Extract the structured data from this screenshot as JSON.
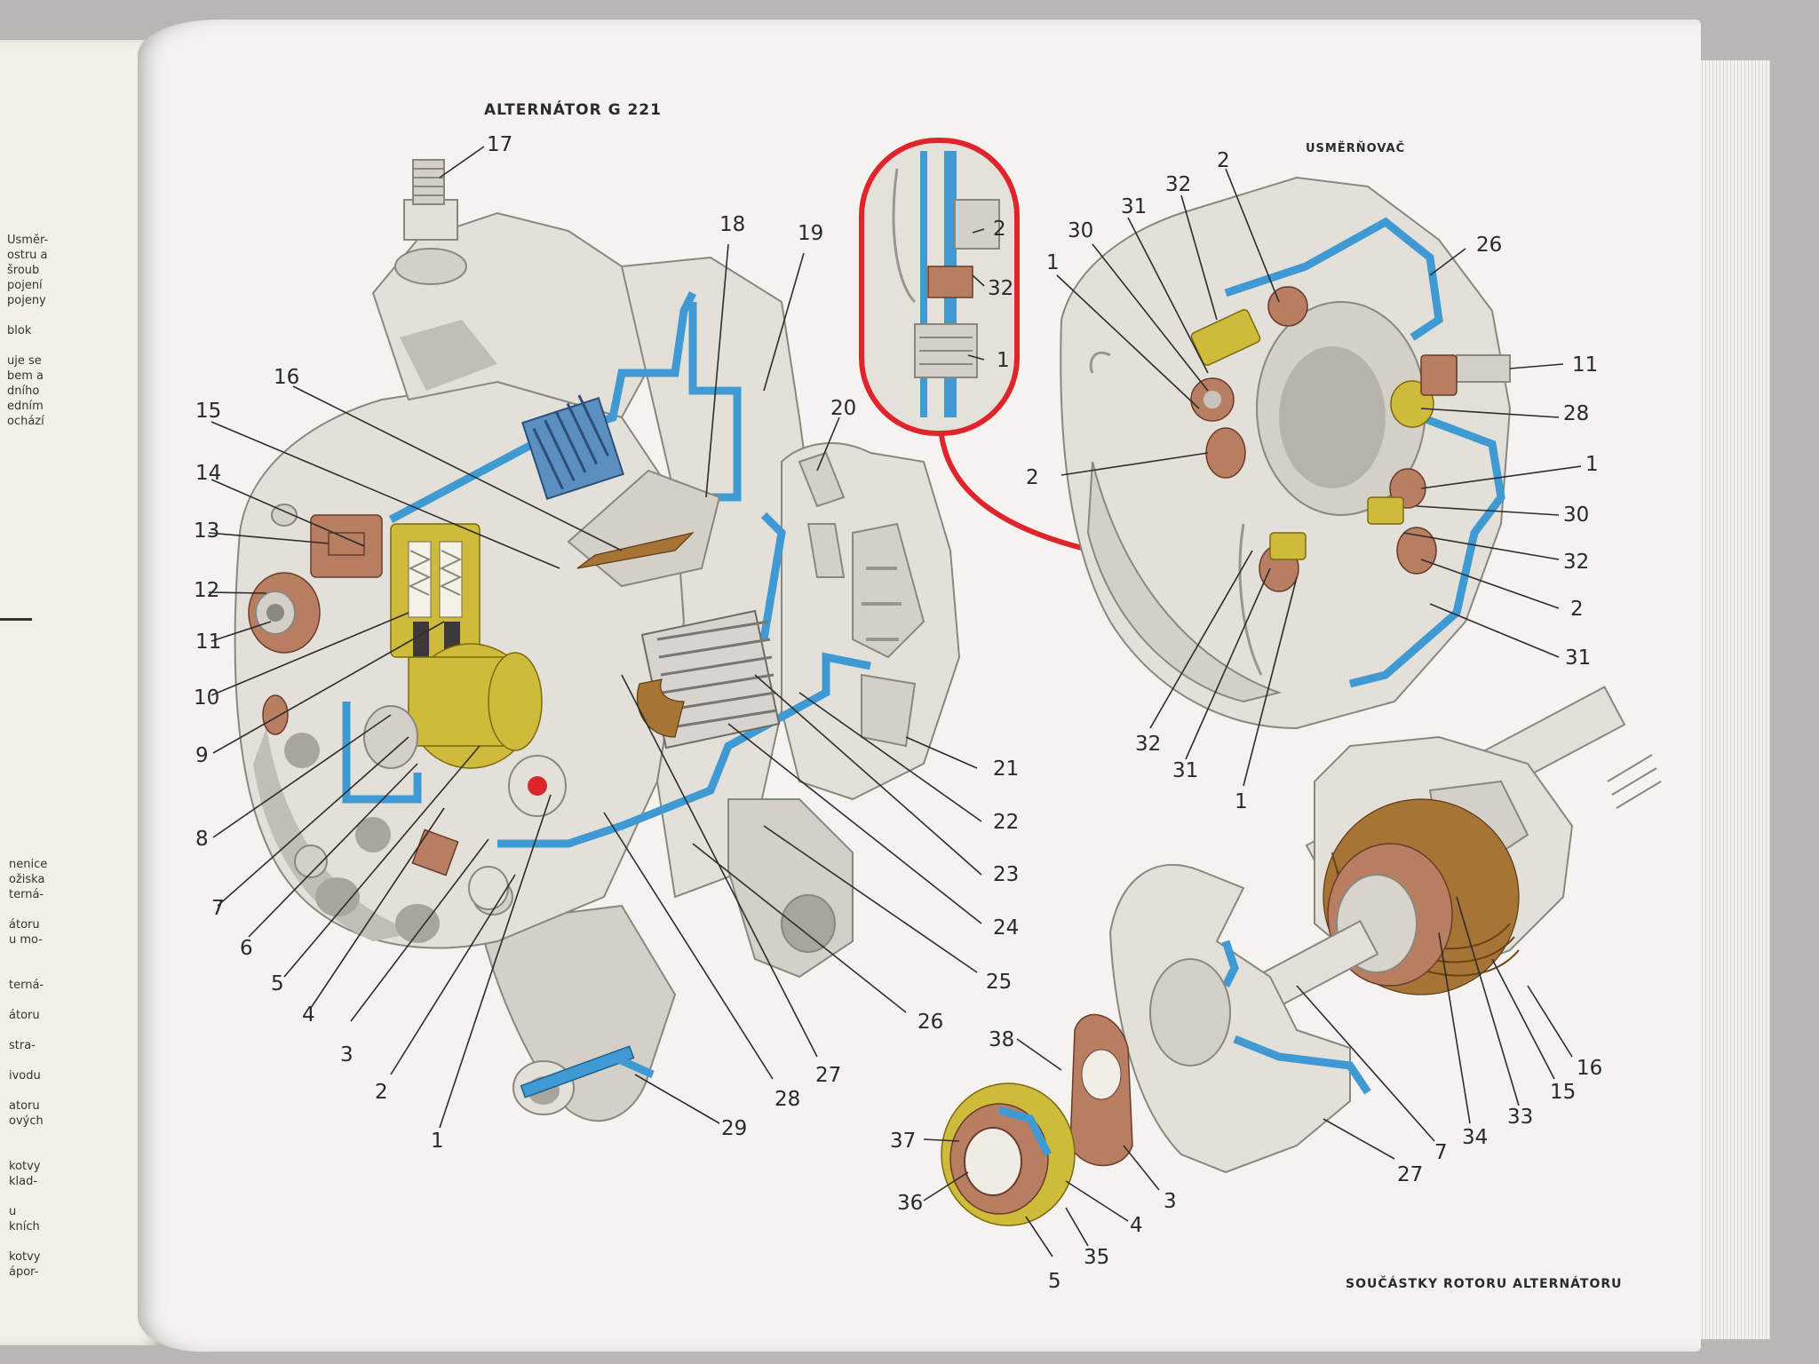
{
  "page": {
    "title_main": "ALTERNÁTOR G 221",
    "title_rectifier": "USMĚRŇOVAČ",
    "title_rotor": "SOUČÁSTKY ROTORU ALTERNÁTORU"
  },
  "left_page_fragments": [
    "Usměr-",
    "ostru a",
    "šroub",
    "pojení",
    "pojeny",
    "",
    "blok",
    "",
    "uje se",
    "bem a",
    "dního",
    "edním",
    "ochází",
    "",
    "",
    "",
    "",
    "",
    "",
    "nenice",
    "ožiska",
    "terná-",
    "",
    "átoru",
    "u mo-",
    "",
    "",
    "terná-",
    "",
    "átoru",
    "",
    "stra-",
    "",
    "ivodu",
    "",
    "atoru",
    "ových",
    "",
    "",
    "kotvy",
    "klad-",
    "",
    "u",
    "kních",
    "",
    "kotvy",
    "ápor-"
  ],
  "callouts": {
    "main": [
      "17",
      "18",
      "19",
      "16",
      "15",
      "14",
      "13",
      "12",
      "11",
      "10",
      "9",
      "8",
      "7",
      "6",
      "5",
      "4",
      "3",
      "2",
      "1",
      "29",
      "28",
      "27",
      "26",
      "25",
      "24",
      "23",
      "22",
      "21",
      "20"
    ],
    "inset": [
      "2",
      "32",
      "1"
    ],
    "rectifier": [
      "2",
      "32",
      "31",
      "30",
      "1",
      "26",
      "11",
      "28",
      "2",
      "1",
      "30",
      "32",
      "2",
      "31",
      "32",
      "31",
      "1"
    ],
    "rotor": [
      "38",
      "37",
      "36",
      "5",
      "35",
      "4",
      "3",
      "27",
      "7",
      "34",
      "33",
      "15",
      "16"
    ]
  }
}
